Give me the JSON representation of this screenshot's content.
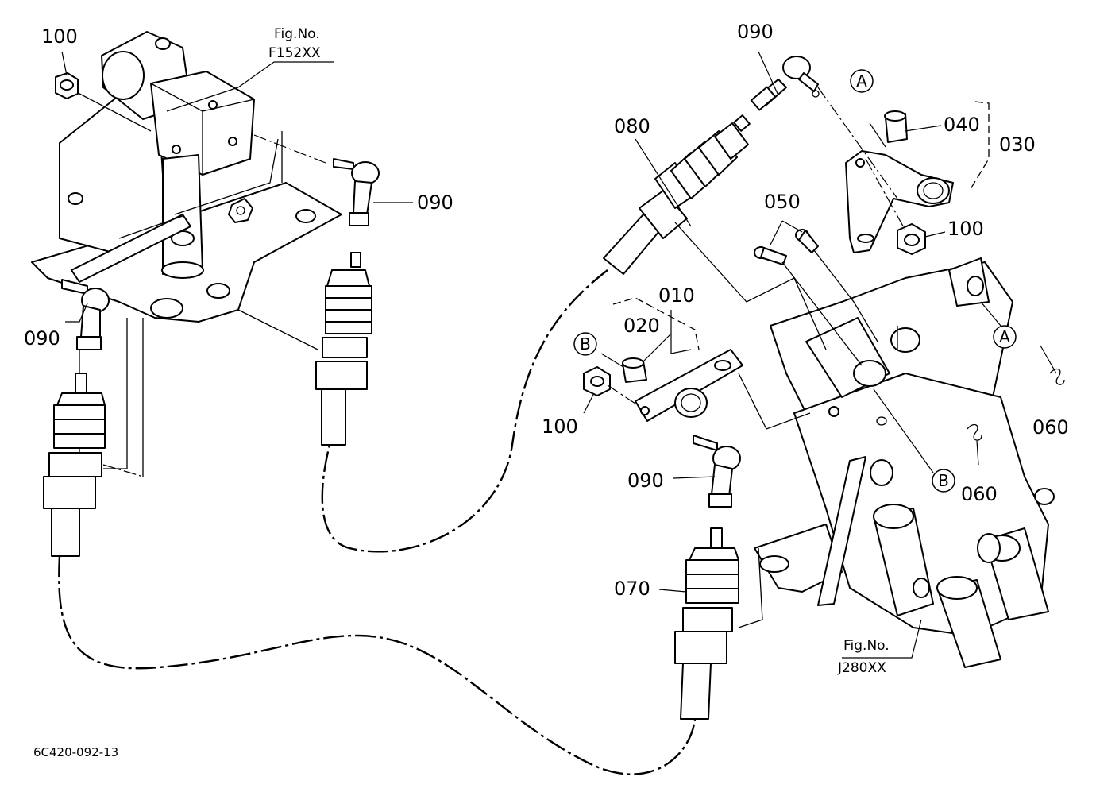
{
  "diagram": {
    "document_code": "6C420-092-13",
    "references": [
      {
        "line1": "Fig.No.",
        "line2": "F152XX"
      },
      {
        "line1": "Fig.No.",
        "line2": "J280XX"
      }
    ],
    "callouts": [
      {
        "label": "100"
      },
      {
        "label": "090"
      },
      {
        "label": "090"
      },
      {
        "label": "090"
      },
      {
        "label": "090"
      },
      {
        "label": "080"
      },
      {
        "label": "040"
      },
      {
        "label": "030"
      },
      {
        "label": "100"
      },
      {
        "label": "050"
      },
      {
        "label": "010"
      },
      {
        "label": "020"
      },
      {
        "label": "100"
      },
      {
        "label": "060"
      },
      {
        "label": "060"
      },
      {
        "label": "070"
      }
    ],
    "circle_marks": [
      {
        "letter": "A"
      },
      {
        "letter": "A"
      },
      {
        "letter": "B"
      },
      {
        "letter": "B"
      }
    ]
  }
}
